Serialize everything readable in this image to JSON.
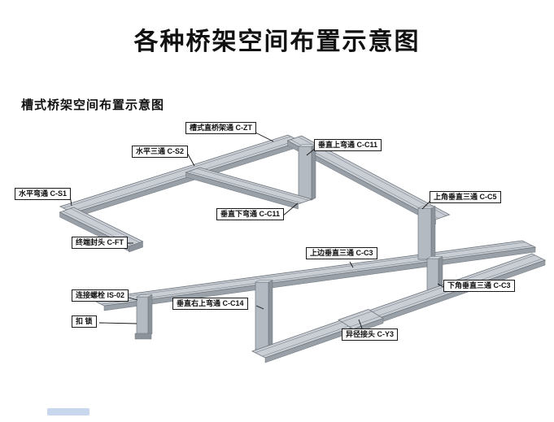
{
  "title": "各种桥架空间布置示意图",
  "subtitle": "槽式桥架空间布置示意图",
  "labels": [
    {
      "id": "straight-tray",
      "text": "槽式直桥架通 C-ZT"
    },
    {
      "id": "horizontal-tee",
      "text": "水平三通 C-S2"
    },
    {
      "id": "vertical-up-bend",
      "text": "垂直上弯通 C-C11"
    },
    {
      "id": "horizontal-bend",
      "text": "水平弯通 C-S1"
    },
    {
      "id": "upper-corner-vertical-tee",
      "text": "上角垂直三通 C-C5"
    },
    {
      "id": "vertical-down-bend",
      "text": "垂直下弯通 C-C11"
    },
    {
      "id": "end-cap",
      "text": "终端封头 C-FT"
    },
    {
      "id": "top-edge-vertical-tee",
      "text": "上边垂直三通 C-C3"
    },
    {
      "id": "connecting-bolt",
      "text": "连接螺栓 IS-02"
    },
    {
      "id": "vertical-right-up-bend",
      "text": "垂直右上弯通 C-C14"
    },
    {
      "id": "lower-corner-vertical-tee",
      "text": "下角垂直三通 C-C3"
    },
    {
      "id": "buckle-lock",
      "text": "扣 锁"
    },
    {
      "id": "reducer-joint",
      "text": "异径接头 C-Y3"
    }
  ],
  "colors": {
    "tray_top": "#c9ced4",
    "tray_side": "#99a0a8",
    "tray_edge": "#6e757d",
    "riser_front": "#b4bac1",
    "riser_side": "#8c939b",
    "riser_top": "#d4d9de",
    "leader_line": "#111111",
    "title_text": "#111111"
  }
}
